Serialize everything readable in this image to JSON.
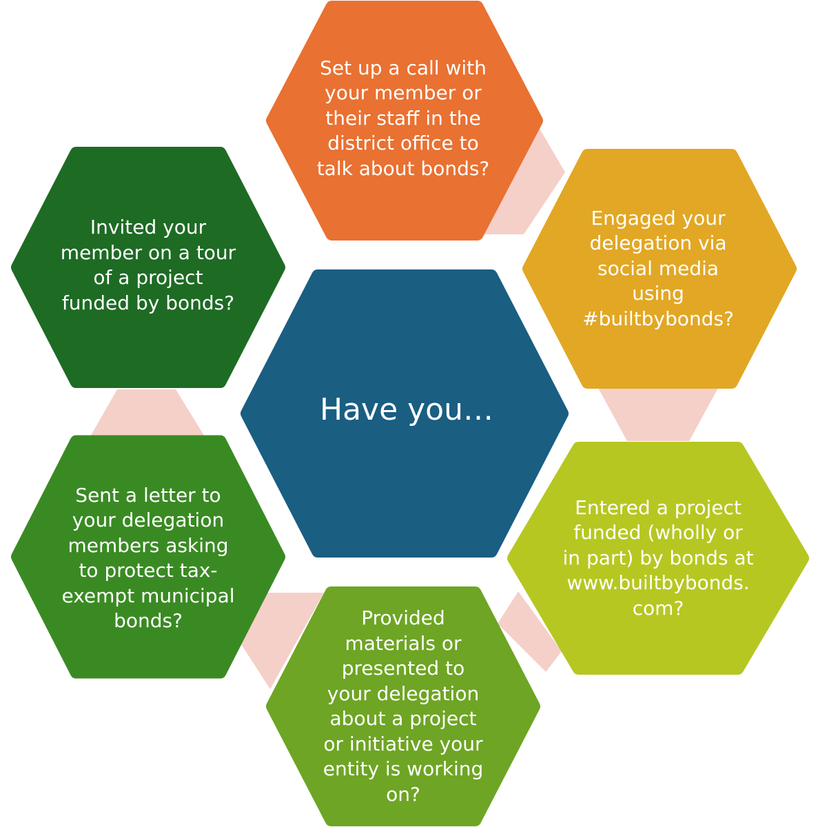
{
  "center": {
    "label": "Have you…",
    "color": "#1a5e82"
  },
  "connector_color": "#f5d0c8",
  "items": [
    {
      "label": "Set up a call with\nyour member or\ntheir staff in the\ndistrict office to\ntalk about bonds?",
      "color": "#e97132"
    },
    {
      "label": "Engaged your\ndelegation via\nsocial media\nusing\n#builtbybonds?",
      "color": "#e2a724"
    },
    {
      "label": "Entered a project\nfunded (wholly or\nin part) by bonds at\nwww.builtbybonds.\ncom?",
      "color": "#b6c722"
    },
    {
      "label": "Provided\nmaterials or\npresented to\nyour delegation\nabout a project\nor initiative your\nentity is working\non?",
      "color": "#6ea524"
    },
    {
      "label": "Sent a letter to\nyour delegation\nmembers asking\nto protect tax-\nexempt municipal\nbonds?",
      "color": "#3a8a23"
    },
    {
      "label": "Invited your\nmember on a tour\nof a project\nfunded by bonds?",
      "color": "#1e6b24"
    }
  ]
}
